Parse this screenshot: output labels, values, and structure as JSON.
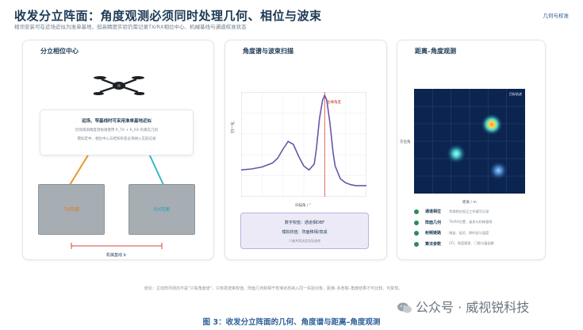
{
  "header": {
    "title": "收发分立阵面：角度观测必须同时处理几何、相位与波束",
    "subtitle": "相邻安装可在近场近似为准单基地，但高精度实验仍需记录TX/RX相位中心、机械基线与通道校准状态",
    "tag": "几何与校准"
  },
  "panel1": {
    "title": "分立相位中心",
    "box_title": "远场、窄基线时可采用准单基地近似",
    "box_line1": "近场或高精度测角请使用 R_TX + R_RX 的真实几何",
    "box_line2": "需标定中、相位中心与结构形变必须纳入实验记录",
    "tx_label": "TX阵面",
    "rx_label": "RX阵面",
    "baseline_label": "机械基线 b",
    "colors": {
      "tx": "#f0922c",
      "rx": "#3ab5c8"
    }
  },
  "panel2": {
    "title": "角度谱与波束扫描",
    "annotation": "主峰角度",
    "ylabel": "归一化",
    "xlabel": "扫描角 / °",
    "info_line1": "数字权值：通道相DBF",
    "info_line2": "模拟权值：阵面移相/衰减",
    "info_line3": "二者共同决定实际波束"
  },
  "panel3": {
    "title": "距离–角度观测",
    "heat_tag": "目标轨迹",
    "ylabel": "方位角",
    "xlabel": "距离 / m",
    "legend": [
      {
        "name": "通道相位",
        "desc": "常规相位校正工作填写记录"
      },
      {
        "name": "阵面几何",
        "desc": "TX/RX位置、姿态与机械基线"
      },
      {
        "name": "射频链路",
        "desc": "增益、延迟、群时延与温度"
      },
      {
        "name": "算法参数",
        "desc": "CFI、角度搜索、门限与窗函数"
      }
    ]
  },
  "footnote": "结论：主动阵列测向不是“只看角度谱”，只有把波束权值、阵面几何和相干校准状态纳入同一实验对象，距离–多普勒–角度结果才可比较、可复现。",
  "watermark": "公众号 · 威视锐科技",
  "caption": "图 3：收发分立阵面的几何、角度谱与距离–角度观测",
  "chart_data": [
    {
      "type": "line",
      "title": "",
      "xlabel": "扫描角 / °",
      "ylabel": "归一化",
      "xlim": [
        -60,
        60
      ],
      "ylim": [
        0,
        1
      ],
      "grid": true,
      "main_peak_angle": 20,
      "series": [
        {
          "x": [
            -60,
            -50,
            -40,
            -30,
            -25,
            -20,
            -15,
            -10,
            -5,
            0,
            5,
            10,
            12,
            15,
            18,
            20,
            22,
            25,
            28,
            30,
            35,
            40,
            45,
            50,
            55,
            60
          ],
          "y": [
            0.24,
            0.25,
            0.27,
            0.31,
            0.36,
            0.45,
            0.53,
            0.5,
            0.38,
            0.28,
            0.24,
            0.3,
            0.45,
            0.76,
            0.95,
            1.0,
            0.95,
            0.72,
            0.42,
            0.28,
            0.15,
            0.11,
            0.09,
            0.08,
            0.08,
            0.08
          ]
        }
      ]
    },
    {
      "type": "heatmap",
      "title": "",
      "xlabel": "距离 / m",
      "ylabel": "方位角",
      "legend": [
        "目标轨迹"
      ],
      "xlim": [
        0,
        1
      ],
      "ylim": [
        0,
        1
      ],
      "targets": [
        {
          "x": 0.7,
          "y": 0.66,
          "intensity": 1.0
        },
        {
          "x": 0.38,
          "y": 0.38,
          "intensity": 0.8
        },
        {
          "x": 0.76,
          "y": 0.22,
          "intensity": 0.7
        }
      ]
    }
  ]
}
